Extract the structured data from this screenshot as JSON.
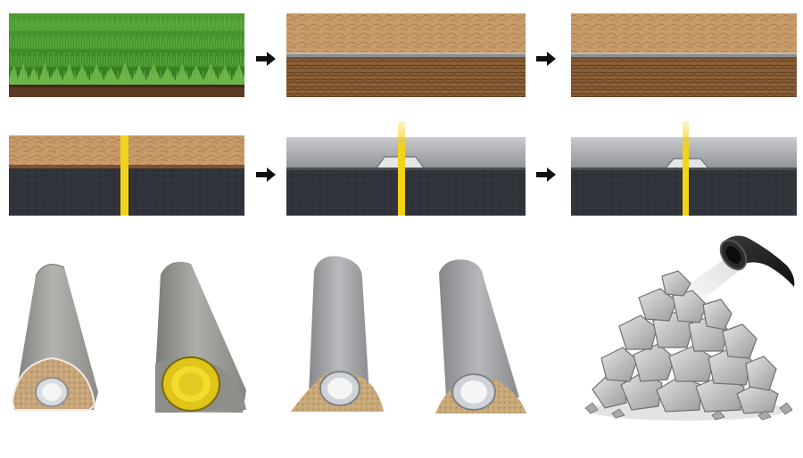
{
  "diagram": {
    "rows": [
      {
        "panels": [
          "grass-soil",
          "soil-pipe-layer",
          "soil-pipe-layer"
        ]
      },
      {
        "panels": [
          "soil-asphalt-marker",
          "asphalt-bump-marker",
          "asphalt-bump-marker"
        ]
      },
      {
        "items": [
          "pipe-sand-grey-core",
          "pipe-yellow-lining",
          "pipe-sand-white-core",
          "pipe-sand-white-core-2",
          "rubble-pile-with-pouring-pipe"
        ]
      }
    ],
    "arrow_icon": "right-arrow-icon",
    "colors": {
      "grass": "#3f8f2a",
      "soil": "#b8875a",
      "soil_dark": "#7a5230",
      "asphalt": "#2e3035",
      "marker_yellow": "#f2d31b",
      "pipe_grey": "#9a9a96",
      "rubble_grey": "#b9bbbd",
      "black_pipe": "#1e1e1e"
    }
  }
}
